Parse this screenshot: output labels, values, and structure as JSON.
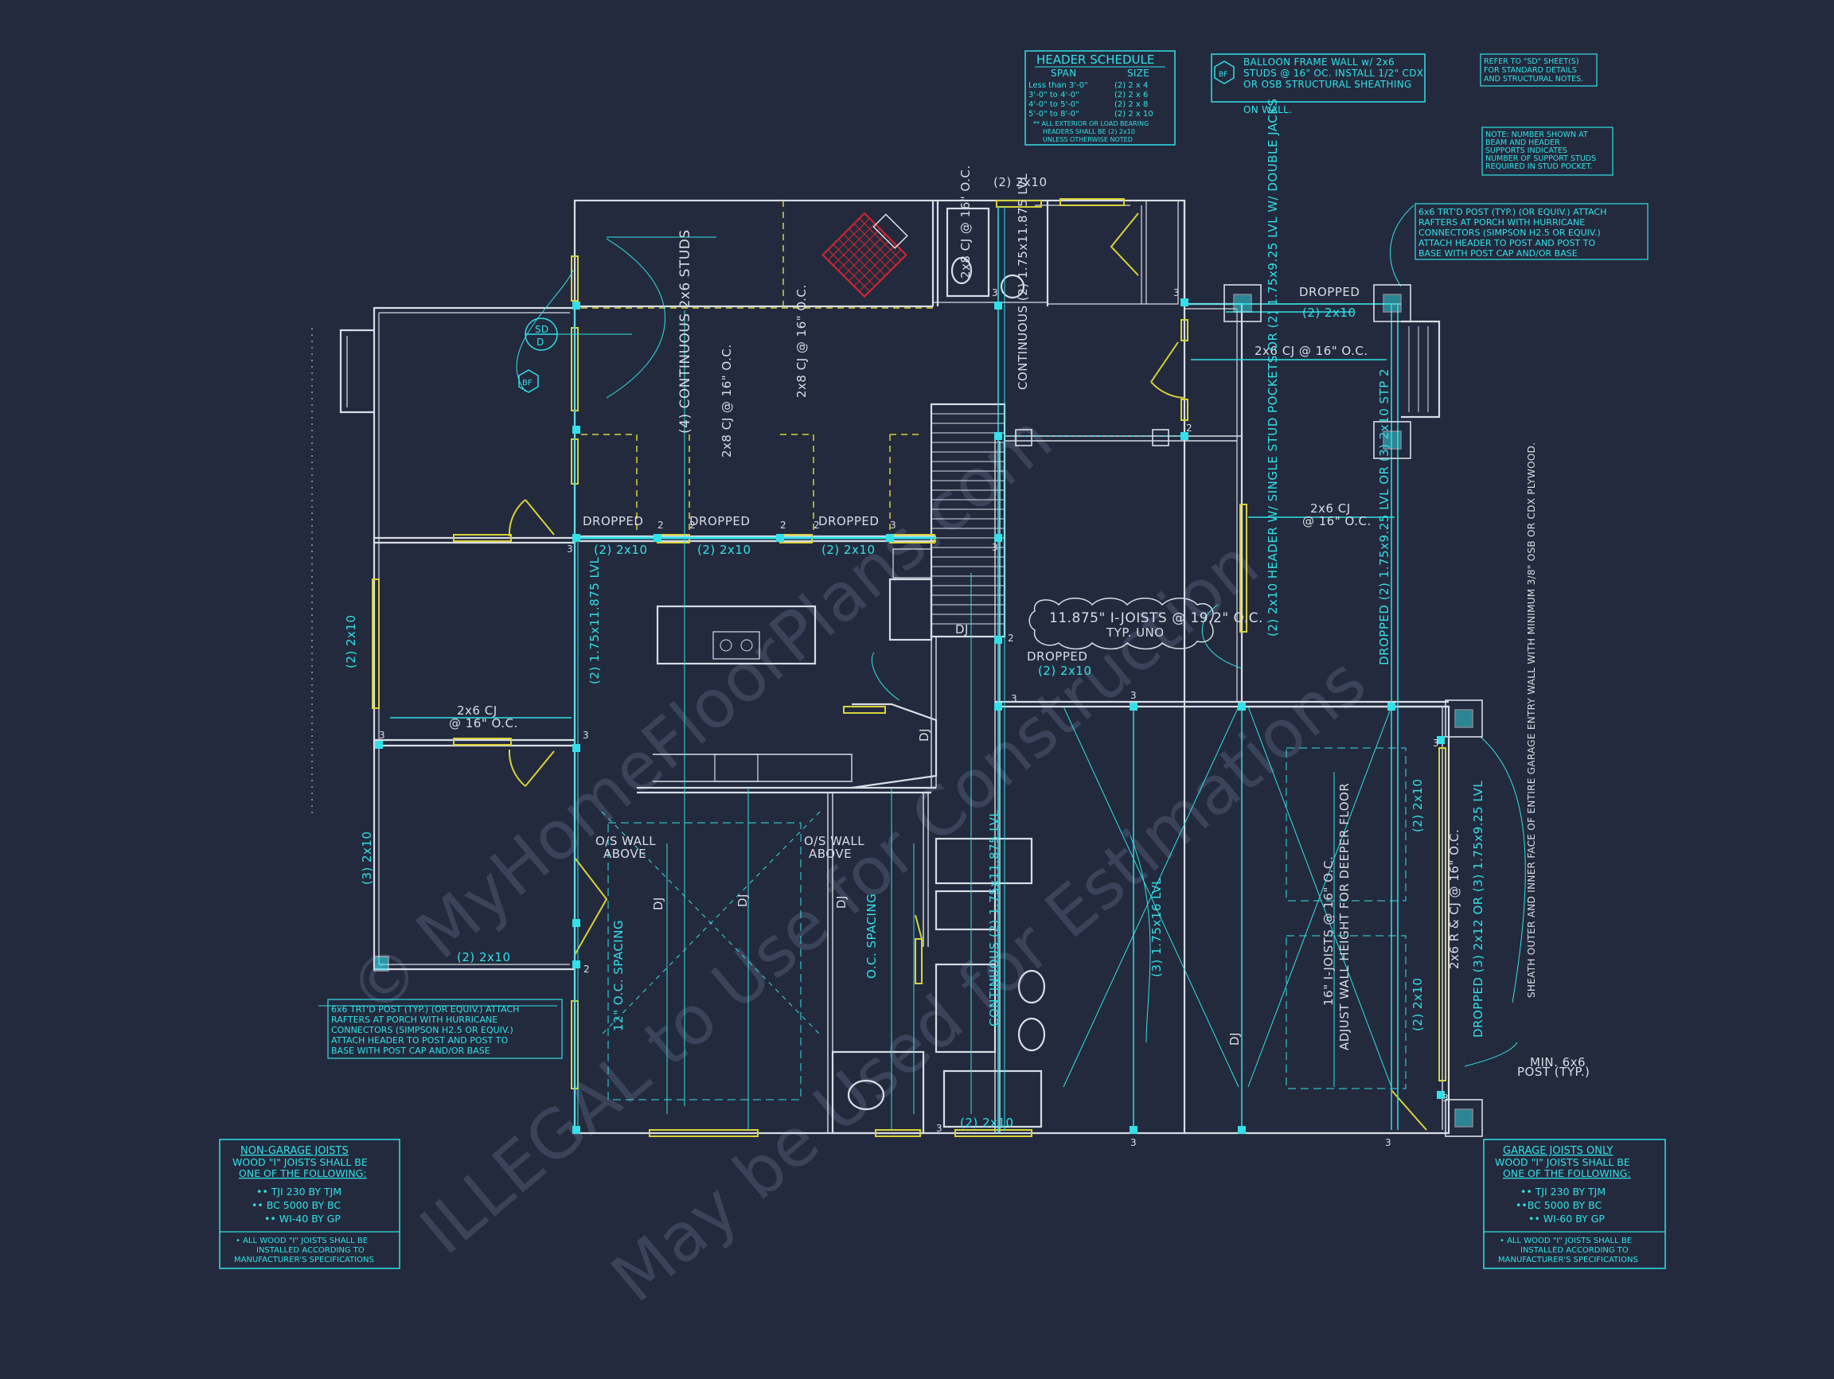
{
  "colors": {
    "background": "#232a3d",
    "wall": "#d8dde6",
    "annotation": "#33e0e8",
    "header_yellow": "#d9d23a",
    "dashed": "#d9d23a",
    "fireplace": "#d8262f",
    "watermark": "#59627a"
  },
  "header_schedule": {
    "title": "HEADER SCHEDULE",
    "col_span": "SPAN",
    "col_size": "SIZE",
    "rows": [
      [
        "Less than 3'-0\"",
        "(2) 2 x 4"
      ],
      [
        "3'-0\" to 4'-0\"",
        "(2) 2 x 6"
      ],
      [
        "4'-0\" to 5'-0\"",
        "(2) 2 x 8"
      ],
      [
        "5'-0\" to 8'-0\"",
        "(2) 2 x 10"
      ]
    ],
    "note1": "** ALL EXTERIOR OR LOAD BEARING",
    "note2": "HEADERS SHALL BE (2) 2x10",
    "note3": "UNLESS OTHERWISE NOTED"
  },
  "balloon_note": {
    "tag": "BF",
    "line1": "BALLOON FRAME WALL w/ 2x6",
    "line2": "STUDS @ 16\" OC. INSTALL 1/2\" CDX",
    "line3": "OR OSB STRUCTURAL SHEATHING",
    "line4": "ON WALL."
  },
  "refer_note": {
    "line1": "REFER TO \"SD\" SHEET(S)",
    "line2": "FOR STANDARD DETAILS",
    "line3": "AND STRUCTURAL NOTES."
  },
  "number_note": {
    "line1": "NOTE: NUMBER SHOWN AT",
    "line2": "BEAM AND HEADER",
    "line3": "SUPPORTS INDICATES",
    "line4": "NUMBER OF SUPPORT STUDS",
    "line5": "REQUIRED IN STUD POCKET."
  },
  "post_note_right": {
    "line1": "6x6 TRT'D POST (TYP.) (OR EQUIV.) ATTACH",
    "line2": "RAFTERS AT PORCH WITH HURRICANE",
    "line3": "CONNECTORS (SIMPSON H2.5 OR EQUIV.)",
    "line4": "ATTACH HEADER TO POST AND POST TO",
    "line5": "BASE WITH POST CAP AND/OR BASE"
  },
  "post_note_left": {
    "line1": "6x6 TRT'D POST (TYP.) (OR EQUIV.) ATTACH",
    "line2": "RAFTERS AT PORCH WITH HURRICANE",
    "line3": "CONNECTORS (SIMPSON H2.5 OR EQUIV.)",
    "line4": "ATTACH HEADER TO POST AND POST TO",
    "line5": "BASE WITH POST CAP AND/OR BASE"
  },
  "non_garage_joists": {
    "title": "NON-GARAGE JOISTS",
    "line1": "WOOD \"I\" JOISTS SHALL BE",
    "line2": "ONE OF THE FOLLOWING:",
    "item1": "•• TJI 230 BY TJM",
    "item2": "•• BC 5000 BY BC",
    "item3": "•• WI-40 BY GP",
    "foot1": "• ALL WOOD \"I\" JOISTS SHALL BE",
    "foot2": "INSTALLED ACCORDING TO",
    "foot3": "MANUFACTURER'S SPECIFICATIONS"
  },
  "garage_joists": {
    "title": "GARAGE JOISTS ONLY",
    "line1": "WOOD \"I\" JOISTS SHALL BE",
    "line2": "ONE OF THE FOLLOWING:",
    "item1": "•• TJI 230 BY TJM",
    "item2": "••BC 5000 BY BC",
    "item3": "•• WI-60 BY GP",
    "foot1": "• ALL WOOD \"I\" JOISTS SHALL BE",
    "foot2": "INSTALLED ACCORDING TO",
    "foot3": "MANUFACTURER'S SPECIFICATIONS"
  },
  "labels": {
    "h_2x10_top": "(2) 2x10",
    "dropped_porch": "DROPPED",
    "h_2x10_porch": "(2) 2x10",
    "cj_porch": "2x6 CJ @ 16\" O.C.",
    "cj_bath": "2x8 CJ @ 16\" O.C.",
    "continuous_stair": "CONTINUOUS (2) 1.75x11.875 LVL",
    "continuous_studs": "(4) CONTINUOUS 2x6 STUDS",
    "cj_2x8_a": "2x8 CJ @ 16\" O.C.",
    "cj_2x8_b": "2x8 CJ @ 16\" O.C.",
    "sd_top": "SD",
    "sd_bottom": "D",
    "bf": "BF",
    "dropped_1": "DROPPED",
    "dropped_2": "DROPPED",
    "dropped_3": "DROPPED",
    "h_2x10_1": "(2) 2x10",
    "h_2x10_2": "(2) 2x10",
    "h_2x10_3": "(2) 2x10",
    "lvl_kitchen": "(2) 1.75x11.875 LVL",
    "h_2x10_left_vert": "(2) 2x10",
    "cj_left_1": "2x6 CJ",
    "cj_left_2": "@ 16\" O.C.",
    "h_3_2x10_left": "(3) 2x10",
    "h_2x10_bottom_left": "(2) 2x10",
    "header_single_stud": "(2) 2x10 HEADER W/ SINGLE STUD POCKETS OR (2) 1.75x9.25 LVL W/ DOUBLE JACKS",
    "cj_mid_1": "2x6 CJ",
    "cj_mid_2": "@ 16\" O.C.",
    "ijoists_1": "11.875\" I-JOISTS @ 19.2\" O.C.",
    "ijoists_2": "TYP. UNO",
    "dj_kitchen": "DJ",
    "dropped_stair": "DROPPED",
    "h_2x10_stair": "(2) 2x10",
    "dropped_porch_right": "DROPPED (2) 1.75x9.25 LVL OR (3) 2x10 STP 2",
    "dj_pantry": "DJ",
    "os_wall_1a": "O/S WALL",
    "os_wall_1b": "ABOVE",
    "os_wall_2a": "O/S WALL",
    "os_wall_2b": "ABOVE",
    "dj_1": "DJ",
    "dj_2": "DJ",
    "dj_3": "DJ",
    "spacing_12": "12\" O.C. SPACING",
    "spacing_oc": "O.C. SPACING",
    "continuous_bath": "CONTINUOUS (2) 1.75x11.875 LVL",
    "lvl_garage": "(3) 1.75x16 LVL",
    "dj_garage": "DJ",
    "ijoists_garage": "16\" I-JOISTS @ 16\" O.C.",
    "adjust_wall": "ADJUST WALL HEIGHT FOR DEEPER FLOOR",
    "h_2x10_garage_a": "(2) 2x10",
    "h_2x10_garage_b": "(2) 2x10",
    "cj_garage_r": "2x6 R & CJ @ 16\" O.C.",
    "dropped_garage": "DROPPED (3) 2x12 OR (3) 1.75x9.25 LVL",
    "sheath_note": "SHEATH OUTER AND INNER FACE OF ENTIRE GARAGE ENTRY WALL WITH MINIMUM 3/8\" OSB OR CDX PLYWOOD.",
    "min_post_1": "MIN. 6x6",
    "min_post_2": "POST (TYP.)",
    "h_2x10_bottom": "(2) 2x10"
  },
  "stud_counts": [
    "3",
    "3",
    "2",
    "2",
    "2",
    "2",
    "3",
    "3",
    "3",
    "2",
    "3",
    "3",
    "3",
    "2",
    "2",
    "3",
    "3",
    "3",
    "3",
    "3",
    "3"
  ],
  "watermark": {
    "line1": "© MyHomeFloorPlans.com",
    "line2": "ILLEGAL to Use for Construction",
    "line3": "May be Used for Estimations"
  }
}
